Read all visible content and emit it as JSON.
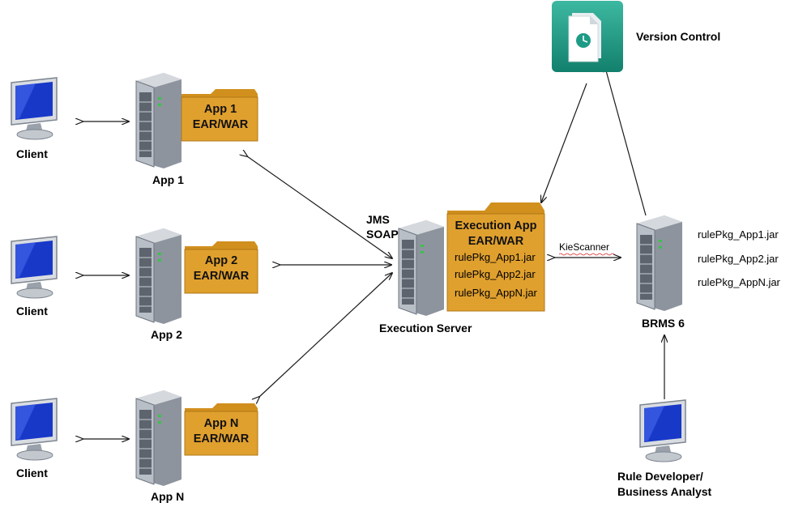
{
  "clients": [
    {
      "label": "Client"
    },
    {
      "label": "Client"
    },
    {
      "label": "Client"
    }
  ],
  "apps": [
    {
      "server_label": "App 1",
      "folder_line1": "App 1",
      "folder_line2": "EAR/WAR"
    },
    {
      "server_label": "App 2",
      "folder_line1": "App 2",
      "folder_line2": "EAR/WAR"
    },
    {
      "server_label": "App N",
      "folder_line1": "App N",
      "folder_line2": "EAR/WAR"
    }
  ],
  "execution_server": {
    "label": "Execution Server",
    "protocol_line1": "JMS",
    "protocol_line2": "SOAP",
    "folder_line1": "Execution App",
    "folder_line2": "EAR/WAR",
    "jars": [
      "rulePkg_App1.jar",
      "rulePkg_App2.jar",
      "rulePkg_AppN.jar"
    ]
  },
  "kiescanner_label": "KieScanner",
  "version_control": {
    "label": "Version Control"
  },
  "brms": {
    "label": "BRMS 6",
    "jars": [
      "rulePkg_App1.jar",
      "rulePkg_App2.jar",
      "rulePkg_AppN.jar"
    ]
  },
  "rule_developer": {
    "line1": "Rule Developer/",
    "line2": "Business Analyst"
  },
  "colors": {
    "folder": "#E0A02E",
    "folder_tab": "#D18F1D",
    "monitor_screen": "#1838C8",
    "server_body": "#A9AFB8",
    "vc_icon": "#1E9B86",
    "arrow": "#1a1a1a"
  }
}
